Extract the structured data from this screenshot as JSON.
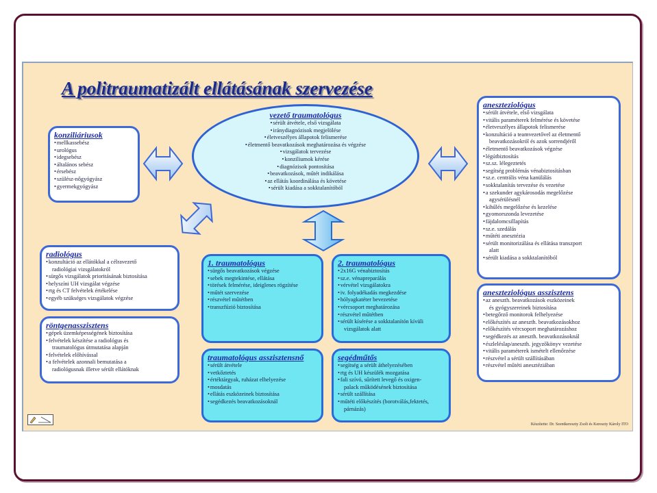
{
  "title": "A politraumatizált ellátásának szervezése",
  "center": {
    "title": "vezető traumatológus",
    "items": [
      "sérült átvétele, első vizsgálata",
      "iránydiagnózisok megjelölése",
      "életveszélyes állapotok felismerése",
      "életmentő beavatkozások meghatározása és végzése",
      "vizsgálatok tervezése",
      "konziliumok kérése",
      "diagnózisok pontosítása",
      "beavatkozások, műtét indikálása",
      "az ellátás koordinálása és követése",
      "sérült kiadása a sokktalanítóból"
    ]
  },
  "konziliarius": {
    "title": "konziliáriusok",
    "items": [
      "mellkassebész",
      "urológus",
      "idegsebész",
      "általános sebész",
      "érsebész",
      "szülész-nőgyógyász",
      "gyermekgyógyász"
    ]
  },
  "radiologus": {
    "title": "radiológus",
    "items": [
      "konzultáció az ellátókkal a célravezető",
      "  radiológiai vizsgálatokról",
      "sürgős vizsgálatok prioritásának biztosítása",
      "helyszíni UH vizsgálat végzése",
      "rtg és CT felvételek értékelése",
      "egyéb szükséges vizsgálatok végzése"
    ]
  },
  "rontgen": {
    "title": "röntgenasszisztens",
    "items": [
      "gépek üzemképességének biztosítása",
      "felvételek készítése a radiológus és",
      "  traumatológus útmutatása alapján",
      "felvételek előhívással",
      "a felvételek azonnali bemutatása a",
      "  radiológusnak illetve sérült ellátóknak"
    ]
  },
  "trauma1": {
    "title": "1. traumatológus",
    "items": [
      "sürgős beavatkozások végzése",
      "sebek megtekintése, ellátása",
      "törések felmérése, ideiglenes rögzítése",
      "műtét szervezése",
      "részvétel műtétben",
      "transzfúzió biztosítása"
    ]
  },
  "trauma2": {
    "title": "2. traumatológus",
    "items": [
      "2x16G vénabiztosítás",
      "sz.e. vénapreparálás",
      "vérvétel vizsgálatokra",
      "iv. folyadékadás megkezdése",
      "hólyagkatéter bevezetése",
      "vércsoport meghatározása",
      "részvétel műtétben",
      "sérült kísérése a sokktalanítón kívüli",
      "  vizsgálatok alatt"
    ]
  },
  "trauma_assz": {
    "title": "traumatológus asszisztensnő",
    "items": [
      "sérült átvétele",
      "vetkőztetés",
      "értéktárgyak, ruházat elhelyezése",
      "mosdatás",
      "ellátás eszközeinek biztosítása",
      "segédkezés beavatkozásoknál"
    ]
  },
  "segedmuto": {
    "title": "segédműtős",
    "items": [
      "segítség a sérült áthelyezésében",
      "rtg és UH készülék mozgatása",
      "fali szívó, sűrített levegő és oxigen-",
      "  palack működésének biztosítása",
      "sérült szállítása",
      "műtéti előkészítés (borotválás,fektetés,",
      "  párnázás)"
    ]
  },
  "aneszteziologus": {
    "title": "aneszteziológus",
    "items": [
      "sérült átvétele, első vizsgálata",
      "vitális paraméterek felmérése és követése",
      "életveszélyes állapotok felismerése",
      "konzultáció a teamvezetővel az életmentő",
      "  beavatkozásokról és azok sorrendjéről",
      "életmentő beavatkozások végzése",
      "légútbiztosítás",
      "sz.sz. lélegeztetés",
      "segítség problémás vénabiztosításban",
      "sz.e. centrális véna kanülálás",
      "sokktalanítás tervezése és vezetése",
      "a szekunder agykárosodás megelőzése",
      "  agysérülésnél",
      "kihűlés megelőzése és kezelése",
      "gyomorszonda levezetése",
      "fájdalomcsillapítás",
      "sz.e. szedálás",
      "műtéti anesztézia",
      "sérült monitorizálása és ellátása transzport",
      "  alatt",
      "sérült kiadása a sokktalanítóból"
    ]
  },
  "anest_assz": {
    "title": "aneszteziológus asszisztens",
    "items": [
      "az aneszth. beavatkozások eszközeinek",
      "  és gyógyszereinek biztosítása",
      "betegőrző monitorok felhelyezése",
      "előkészítés az aneszth. beavatkozásokhoz",
      "előkészítés vércsoport meghatározáshoz",
      "segédkezés az aneszth. beavatkozásoknál",
      "észleléslap/aneszth. jegyzőkönyv vezetése",
      "vitális paraméterek ismételt ellenőrzése",
      "részvétel a sérült szállításában",
      "részvétel műtéti anesztéziában"
    ]
  },
  "credit": "Készítette: Dr. Szentkereszty Zsolt és Kereszty Károly ITO",
  "colors": {
    "poster_bg": "#fbe6bf",
    "box_border": "#3c68d8",
    "cyan_fill": "#6fe6f2",
    "title_blue": "#1a2a8a",
    "frame": "#5a1030"
  }
}
